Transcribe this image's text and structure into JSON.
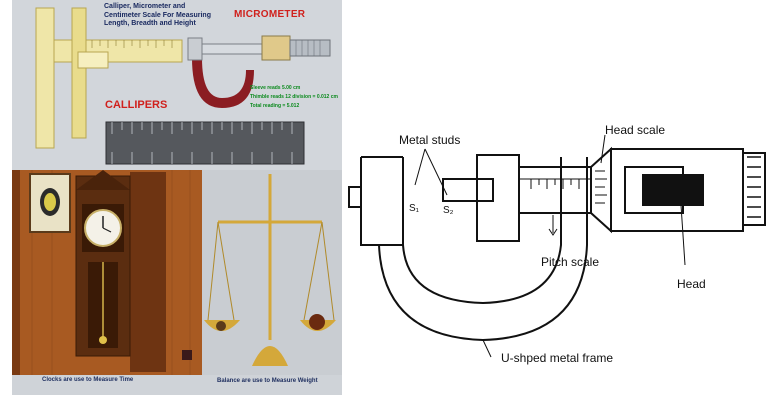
{
  "left_image": {
    "title": "Calliper, Micrometer and Centimeter Scale For Measuring Length, Breadth and Height",
    "micrometer_label": "MICROMETER",
    "callipers_label": "CALLIPERS",
    "readings": [
      "Sleeve reads 5.00 cm",
      "Thimble reads 12 division = 0.012 cm",
      "Total reading = 5.012"
    ],
    "clock_caption": "Clocks are use to Measure Time",
    "balance_caption": "Balance are use to Measure Weight"
  },
  "diagram": {
    "labels": {
      "metal_studs": "Metal studs",
      "head_scale": "Head scale",
      "pitch_scale": "Pitch scale",
      "head": "Head",
      "frame": "U-shped metal frame",
      "s1": "S₁",
      "s2": "S₂"
    }
  }
}
